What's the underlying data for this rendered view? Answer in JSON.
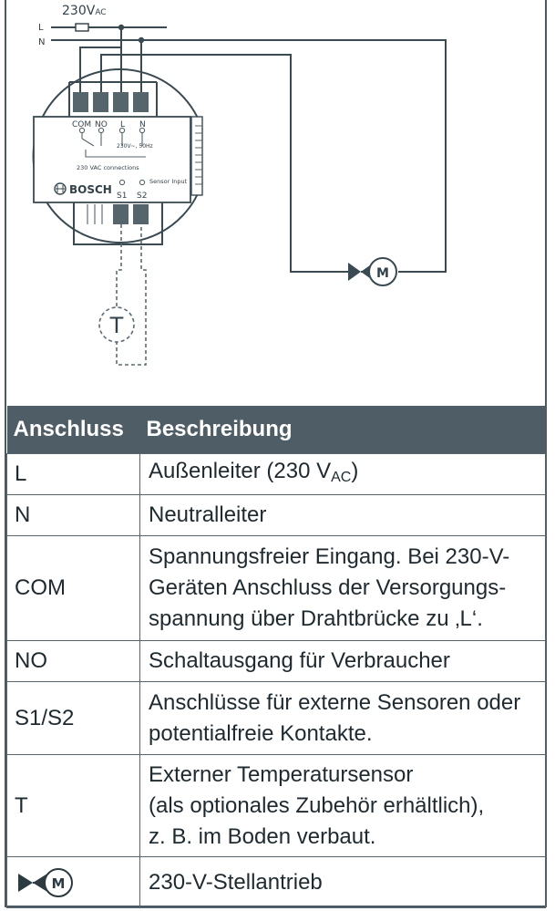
{
  "diagram": {
    "supply_label": "230V",
    "supply_sub": "AC",
    "line_L": "L",
    "line_N": "N",
    "terminals": {
      "com": "COM",
      "no": "NO",
      "l": "L",
      "n": "N",
      "s1": "S1",
      "s2": "S2"
    },
    "supply_spec": "230V~, 50Hz",
    "connections_label": "230 VAC connections",
    "sensor_input_label": "Sensor Input",
    "brand": "BOSCH",
    "sensor_symbol": "T",
    "motor_symbol": "M"
  },
  "table": {
    "header": {
      "col1": "Anschluss",
      "col2": "Beschreibung"
    },
    "rows": [
      {
        "term": "L",
        "desc_lines": [
          "Außenleiter (230 V"
        ],
        "desc_sub": "AC",
        "desc_after": ")"
      },
      {
        "term": "N",
        "desc_lines": [
          "Neutralleiter"
        ]
      },
      {
        "term": "COM",
        "desc_lines": [
          "Spannungsfreier Eingang. Bei 230-V-",
          "Geräten Anschluss der Versorgungs-",
          "spannung über Drahtbrücke zu ‚L‘."
        ]
      },
      {
        "term": "NO",
        "desc_lines": [
          "Schaltausgang für Verbraucher"
        ]
      },
      {
        "term": "S1/S2",
        "desc_lines": [
          "Anschlüsse für externe Sensoren oder",
          "potentialfreie Kontakte."
        ]
      },
      {
        "term": "T",
        "desc_lines": [
          "Externer Temperatursensor",
          "(als optionales Zubehör erhältlich),",
          "z. B. im Boden verbaut."
        ]
      },
      {
        "term_symbol": "M",
        "desc_lines": [
          "230-V-Stellantrieb"
        ]
      }
    ]
  }
}
